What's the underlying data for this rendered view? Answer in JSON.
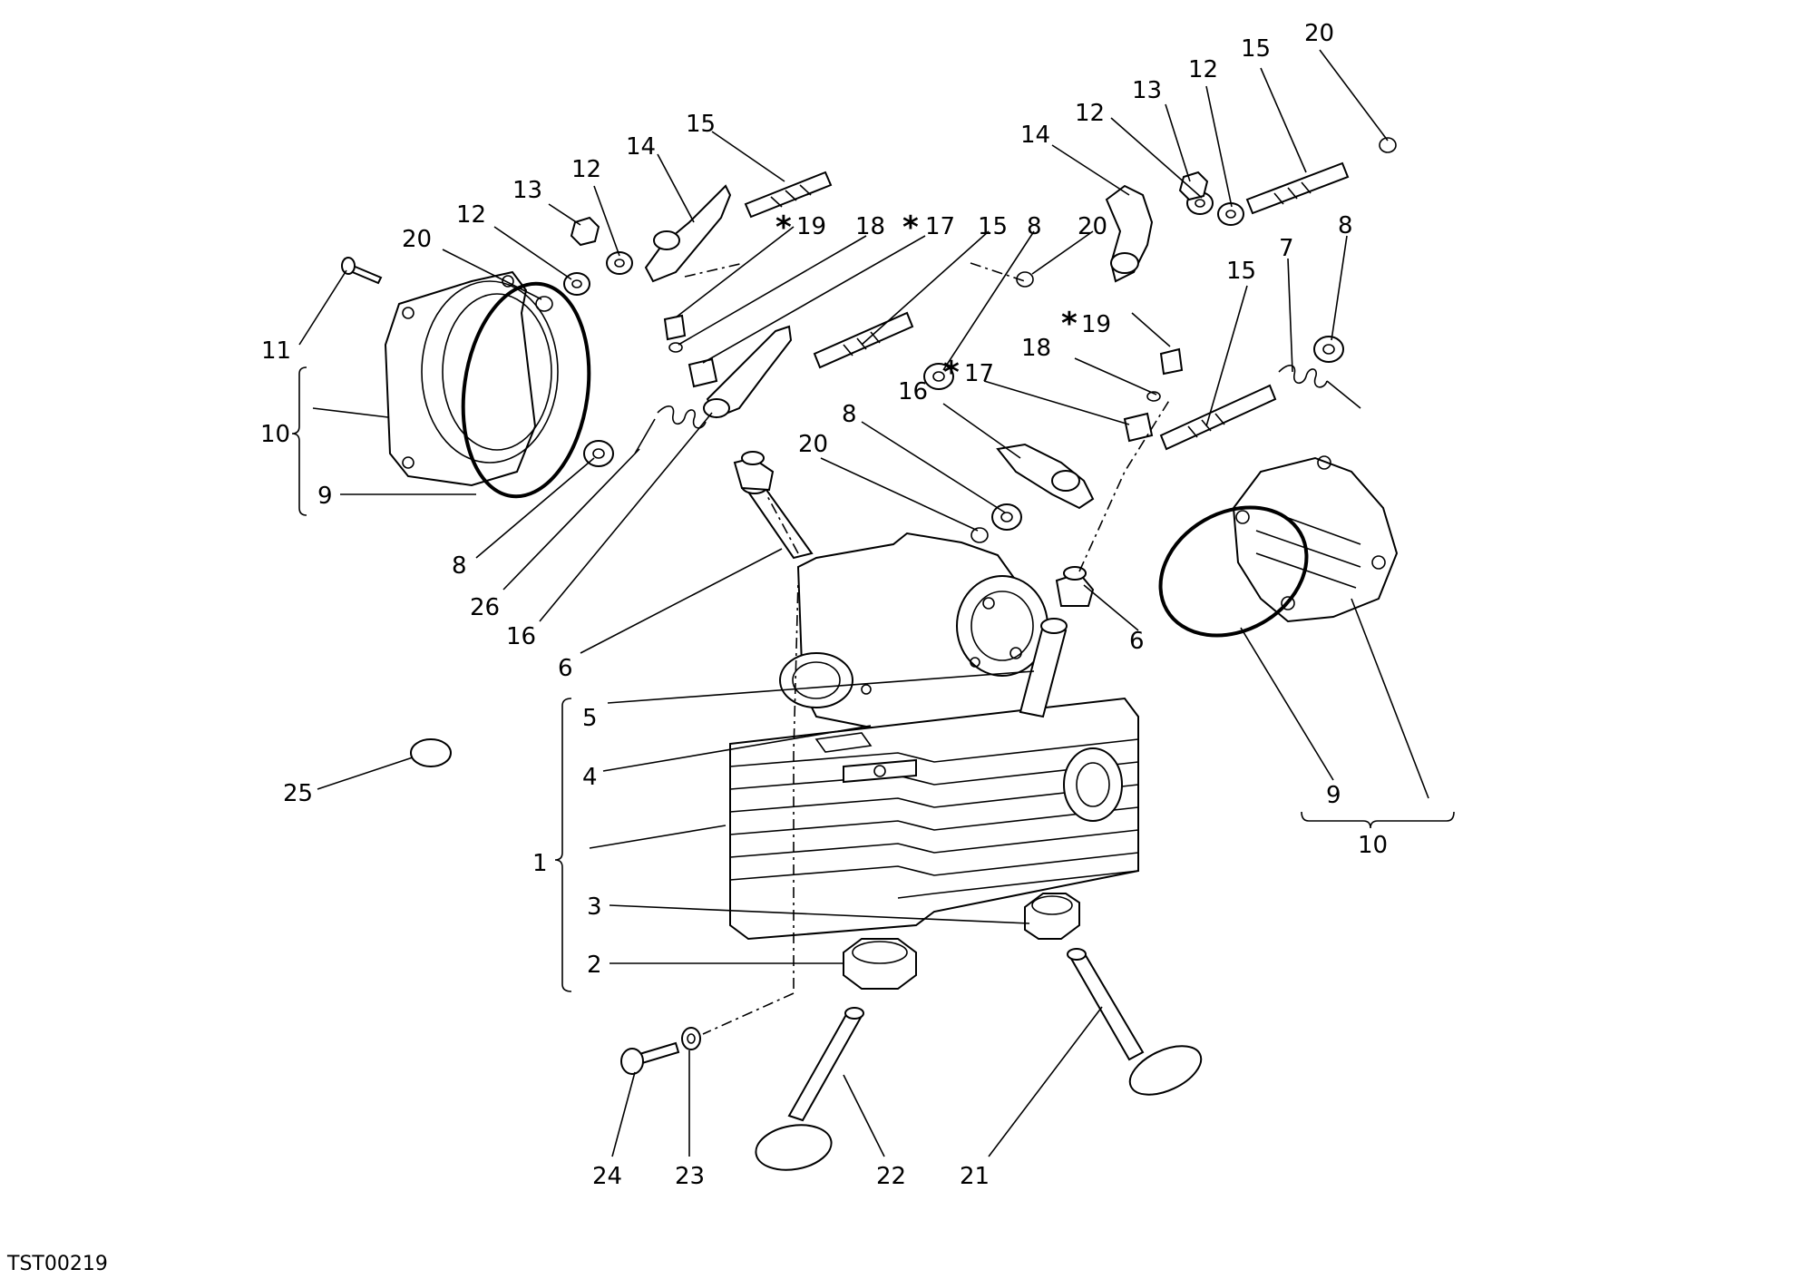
{
  "diagram": {
    "drawing_code": "TST00219",
    "callouts": [
      {
        "id": "c-20-top-right",
        "text": "20"
      },
      {
        "id": "c-15-top-right",
        "text": "15"
      },
      {
        "id": "c-12-top-right",
        "text": "12"
      },
      {
        "id": "c-13-right",
        "text": "13"
      },
      {
        "id": "c-12-right",
        "text": "12"
      },
      {
        "id": "c-14-right",
        "text": "14"
      },
      {
        "id": "c-8-right-upper",
        "text": "8"
      },
      {
        "id": "c-7",
        "text": "7"
      },
      {
        "id": "c-15-right-mid",
        "text": "15"
      },
      {
        "id": "c-19-right",
        "text": "19"
      },
      {
        "id": "c-18-right",
        "text": "18"
      },
      {
        "id": "c-17-right",
        "text": "17"
      },
      {
        "id": "c-16-right",
        "text": "16"
      },
      {
        "id": "c-8-center",
        "text": "8"
      },
      {
        "id": "c-20-center",
        "text": "20"
      },
      {
        "id": "c-6-right",
        "text": "6"
      },
      {
        "id": "c-20-mid",
        "text": "20"
      },
      {
        "id": "c-8-mid",
        "text": "8"
      },
      {
        "id": "c-15-mid",
        "text": "15"
      },
      {
        "id": "c-17-left",
        "text": "17"
      },
      {
        "id": "c-18-left",
        "text": "18"
      },
      {
        "id": "c-19-left",
        "text": "19"
      },
      {
        "id": "c-15-left",
        "text": "15"
      },
      {
        "id": "c-14-left",
        "text": "14"
      },
      {
        "id": "c-12-left-upper",
        "text": "12"
      },
      {
        "id": "c-13-left",
        "text": "13"
      },
      {
        "id": "c-12-left",
        "text": "12"
      },
      {
        "id": "c-20-left",
        "text": "20"
      },
      {
        "id": "c-11",
        "text": "11"
      },
      {
        "id": "c-10-left",
        "text": "10"
      },
      {
        "id": "c-9-left",
        "text": "9"
      },
      {
        "id": "c-8-left",
        "text": "8"
      },
      {
        "id": "c-26",
        "text": "26"
      },
      {
        "id": "c-16-left",
        "text": "16"
      },
      {
        "id": "c-6-left",
        "text": "6"
      },
      {
        "id": "c-5",
        "text": "5"
      },
      {
        "id": "c-4",
        "text": "4"
      },
      {
        "id": "c-1",
        "text": "1"
      },
      {
        "id": "c-3",
        "text": "3"
      },
      {
        "id": "c-2",
        "text": "2"
      },
      {
        "id": "c-25",
        "text": "25"
      },
      {
        "id": "c-9-right",
        "text": "9"
      },
      {
        "id": "c-10-right",
        "text": "10"
      },
      {
        "id": "c-24",
        "text": "24"
      },
      {
        "id": "c-23",
        "text": "23"
      },
      {
        "id": "c-22",
        "text": "22"
      },
      {
        "id": "c-21",
        "text": "21"
      }
    ],
    "starred_callouts": [
      "c-19-right",
      "c-17-right",
      "c-17-left",
      "c-19-left"
    ]
  }
}
